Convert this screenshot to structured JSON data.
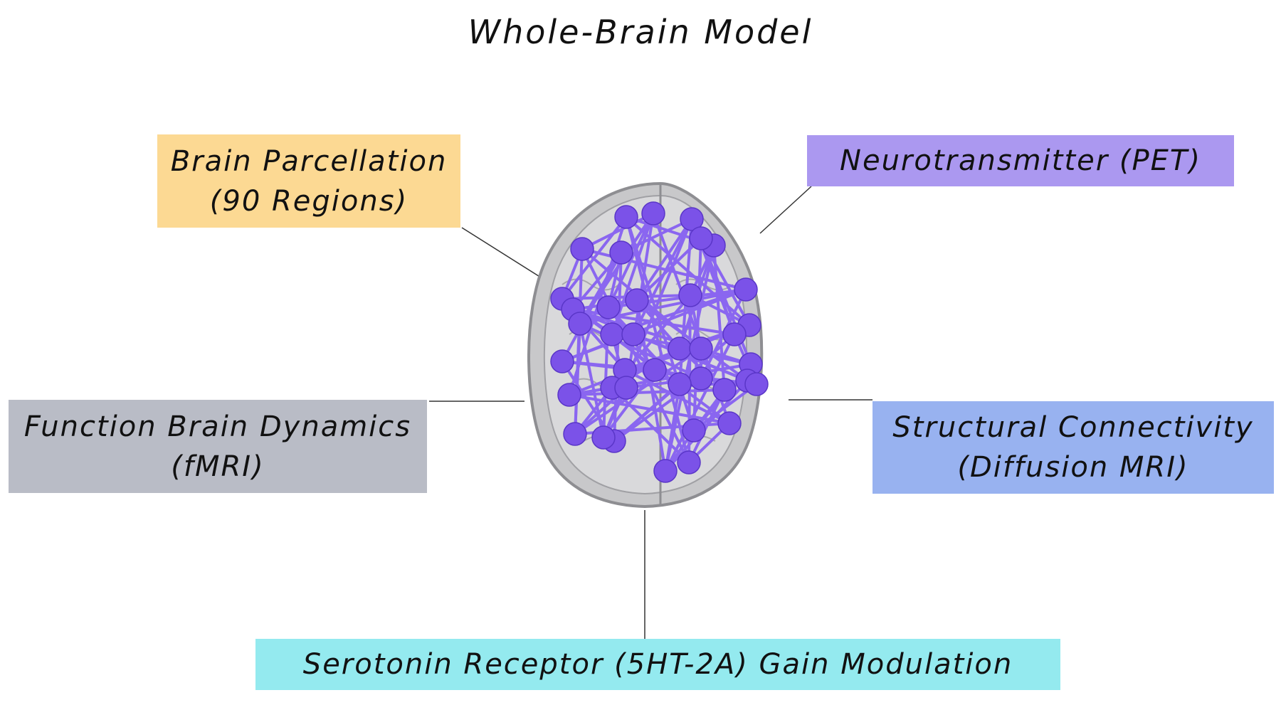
{
  "diagram": {
    "title": "Whole-Brain Model",
    "boxes": {
      "parcellation": {
        "line1": "Brain Parcellation",
        "line2": "(90 Regions)",
        "color": "#fcd993"
      },
      "pet": {
        "line1": "Neurotransmitter (PET)",
        "color": "#ab98f0"
      },
      "fmri": {
        "line1": "Function Brain Dynamics",
        "line2": "(fMRI)",
        "color": "#b9bcc6"
      },
      "structural": {
        "line1": "Structural Connectivity",
        "line2": "(Diffusion MRI)",
        "color": "#98b2f0"
      },
      "serotonin": {
        "line1": "Serotonin Receptor (5HT-2A) Gain Modulation",
        "color": "#94eaef"
      }
    },
    "brain": {
      "node_color": "#7b52e8",
      "edge_color": "#8a66f0",
      "tissue_color": "#c8c8ca"
    }
  }
}
